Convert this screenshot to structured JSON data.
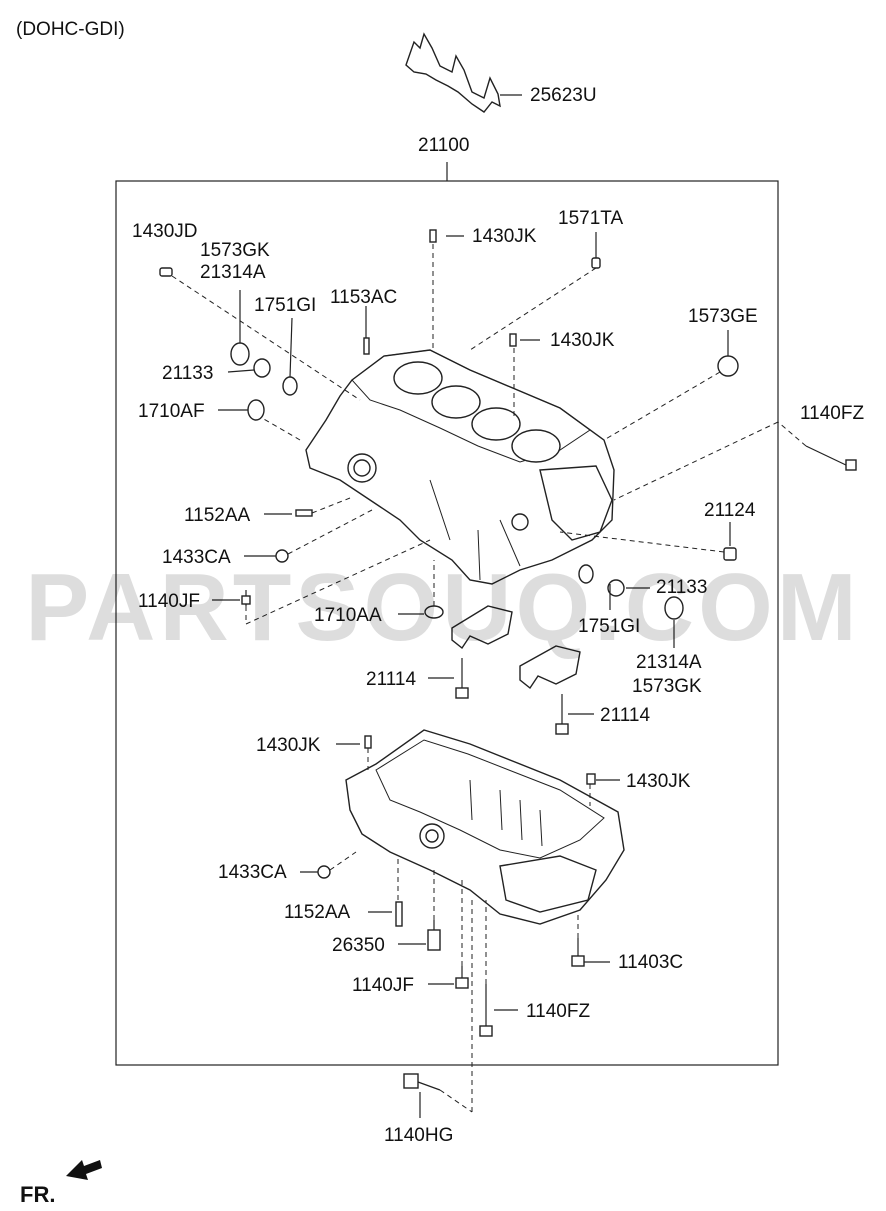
{
  "variant": "(DOHC-GDI)",
  "assembly_label": "21100",
  "watermark": "PARTSOUQ.COM",
  "front_label": "FR.",
  "labels": {
    "p25623U": "25623U",
    "p1430JD": "1430JD",
    "p1573GK_top": "1573GK",
    "p21314A_top": "21314A",
    "p1751GI_top": "1751GI",
    "p1153AC": "1153AC",
    "p1430JK_a": "1430JK",
    "p1571TA": "1571TA",
    "p1430JK_b": "1430JK",
    "p1573GE": "1573GE",
    "p21133_left": "21133",
    "p1710AF": "1710AF",
    "p1140FZ_right": "1140FZ",
    "p1152AA_upper": "1152AA",
    "p21124": "21124",
    "p1433CA_upper": "1433CA",
    "p21133_right": "21133",
    "p1140JF_upper": "1140JF",
    "p1710AA": "1710AA",
    "p1751GI_bottom": "1751GI",
    "p21314A_bottom": "21314A",
    "p1573GK_bottom": "1573GK",
    "p21114_left": "21114",
    "p21114_right": "21114",
    "p1430JK_c": "1430JK",
    "p1430JK_d": "1430JK",
    "p1433CA_lower": "1433CA",
    "p1152AA_lower": "1152AA",
    "p26350": "26350",
    "p11403C": "11403C",
    "p1140JF_lower": "1140JF",
    "p1140FZ_lower": "1140FZ",
    "p1140HG": "1140HG"
  }
}
